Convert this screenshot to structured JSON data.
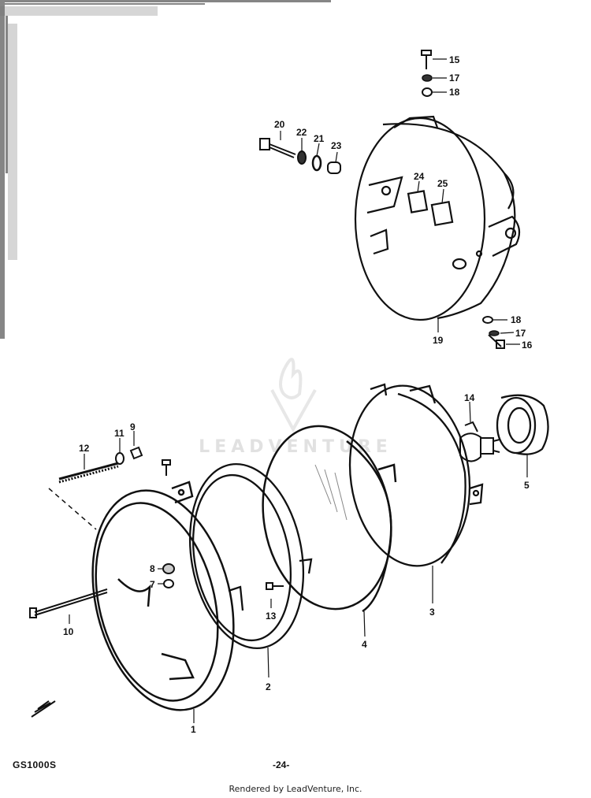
{
  "model_code": "GS1000S",
  "page_number": "-24-",
  "footer": "Rendered by LeadVenture, Inc.",
  "watermark": "LEADVENTURE",
  "callouts": {
    "c1": "1",
    "c2": "2",
    "c3": "3",
    "c4": "4",
    "c5": "5",
    "c7": "7",
    "c8": "8",
    "c9": "9",
    "c10": "10",
    "c11": "11",
    "c12": "12",
    "c13": "13",
    "c14": "14",
    "c15": "15",
    "c16": "16",
    "c17a": "17",
    "c17b": "17",
    "c18a": "18",
    "c18b": "18",
    "c19": "19",
    "c20": "20",
    "c21": "21",
    "c22": "22",
    "c23": "23",
    "c24": "24",
    "c25": "25"
  },
  "colors": {
    "ink": "#111111",
    "watermark": "#aaaaaa"
  }
}
